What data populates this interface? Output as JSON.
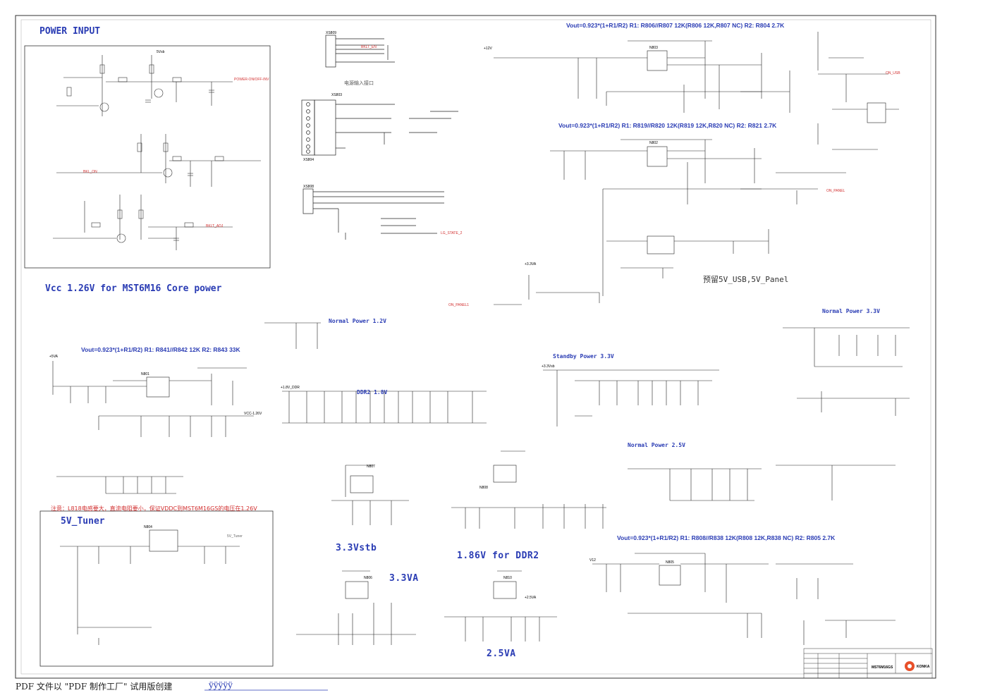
{
  "titles": {
    "power_input": "POWER INPUT",
    "vcc_core": "Vcc 1.26V for MST6M16 Core power",
    "tuner": "5V_Tuner",
    "normal_12": "Normal Power 1.2V",
    "ddr2": "DDR2 1.8V",
    "standby_33": "Standby Power 3.3V",
    "normal_33": "Normal Power 3.3V",
    "normal_25": "Normal Power 2.5V",
    "vstb_33": "3.3Vstb",
    "va_33": "3.3VA",
    "ddr2_186": "1.86V for DDR2",
    "va_25": "2.5VA",
    "reserve_5v": "预留5V_USB,5V_Panel"
  },
  "equations": {
    "eq_top": "Vout=0.923*(1+R1/R2)   R1: R806//R807 12K(R806 12K,R807 NC)  R2: R804 2.7K",
    "eq_mid": "Vout=0.923*(1+R1/R2)   R1: R819//R820 12K(R819 12K,R820 NC)  R2: R821 2.7K",
    "eq_core": "Vout=0.923*(1+R1/R2)  R1: R841//R842  12K  R2: R843 33K",
    "eq_bottom": "Vout=0.923*(1+R1/R2)   R1: R808//R838 12K(R808 12K,R838 NC)  R2: R805 2.7K"
  },
  "annotations": {
    "power_interface": "电源输入接口",
    "warning": "注意：L818电感要大，直流电阻要小，保证VDDC到MST6M16GS的电压在1.26V"
  },
  "footer": {
    "text": "PDF 文件以 \"PDF 制作工厂\" 试用版创建",
    "link": "ÿÿÿÿÿ"
  },
  "components": {
    "connectors": [
      "XS809",
      "XS803",
      "XS808",
      "XS804"
    ],
    "regulators": [
      "N803",
      "N802",
      "N801",
      "N805",
      "N804",
      "N807",
      "N808",
      "N806",
      "N810"
    ],
    "power_rails": [
      "+12V",
      "5Vsb",
      "+5VA",
      "+3.3VA",
      "+3.3Vsb",
      "VCC-1.26V",
      "+1.8V_DDR",
      "+2.5VA",
      "V12"
    ],
    "control_signals": [
      "POWER-ON/OFF-INV",
      "BKLT_EN",
      "BKL_ON",
      "BKLT_ADJ",
      "LG_STATE_2",
      "ON_USB",
      "ON_PANEL",
      "ON_PANEL1",
      "5V_Tuner"
    ]
  },
  "title_block": {
    "brand": "KONKA",
    "board": "MST6M16GS"
  },
  "colors": {
    "section_title": "#2a3cb4",
    "net_label": "#d23030",
    "wire": "#222222"
  }
}
